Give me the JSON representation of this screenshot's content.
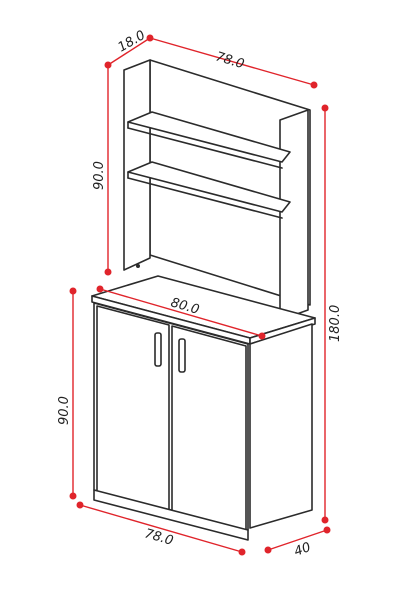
{
  "dimensions": {
    "hutch_depth": "18.0",
    "hutch_width": "78.0",
    "hutch_height": "90.0",
    "total_height": "180.0",
    "top_width": "80.0",
    "cabinet_height": "90.0",
    "base_width": "78.0",
    "base_depth": "40"
  },
  "colors": {
    "dimension_line": "#e0242b",
    "outline": "#2b2b2b"
  }
}
